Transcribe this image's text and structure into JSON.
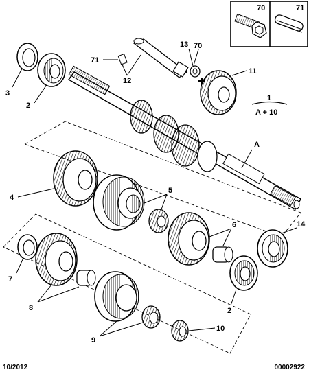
{
  "legend": {
    "left_code": "70",
    "right_code": "71"
  },
  "callouts": {
    "c70_top": "70",
    "c71": "71",
    "c13": "13",
    "c12": "12",
    "c11": "11",
    "c3": "3",
    "c2_top": "2",
    "c1_num": "1",
    "c1_sub": "A + 10",
    "cA": "A",
    "c4": "4",
    "c5": "5",
    "c6": "6",
    "c14": "14",
    "c7": "7",
    "c8": "8",
    "c2_bottom": "2",
    "c9": "9",
    "c10": "10"
  },
  "footer": {
    "date": "10/2012",
    "reference": "00002922"
  }
}
